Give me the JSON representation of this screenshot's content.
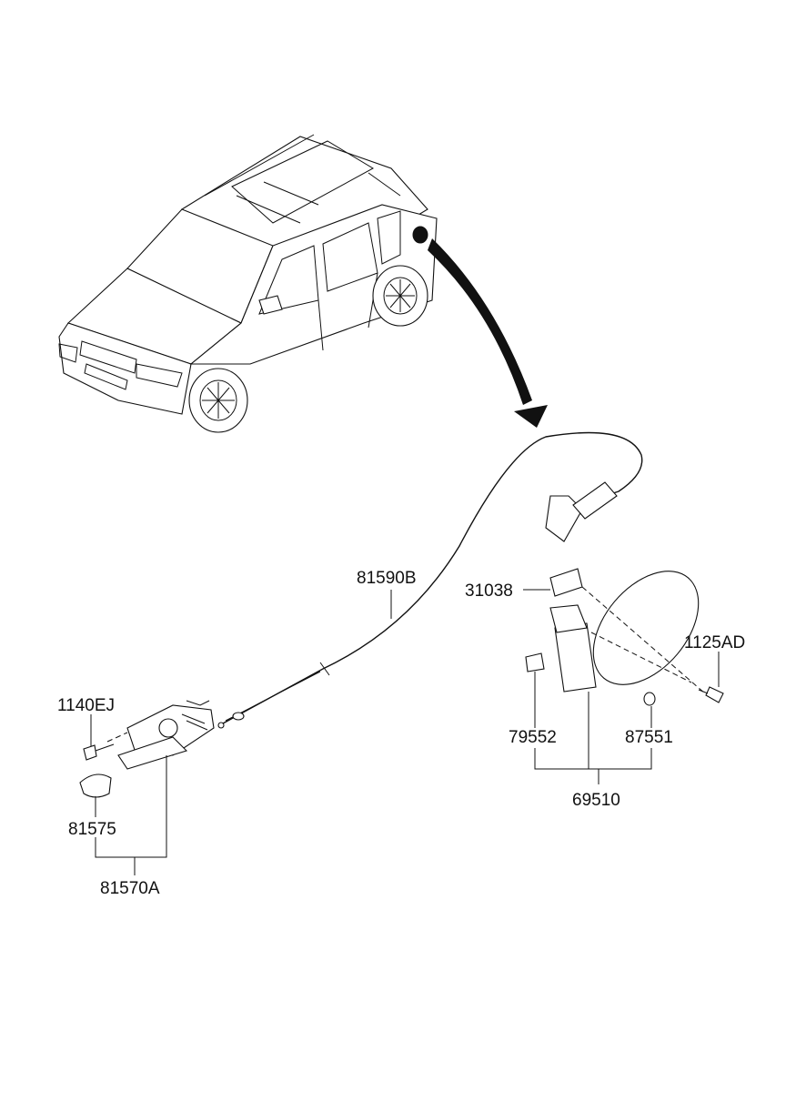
{
  "labels": {
    "cable": "81590B",
    "label_part": "31038",
    "screw_right": "1125AD",
    "bolt_left": "1140EJ",
    "cap_small": "79552",
    "bumper": "87551",
    "housing_assy": "69510",
    "handle_cover": "81575",
    "opener_assy": "81570A"
  },
  "colors": {
    "line": "#111111",
    "background": "#ffffff"
  }
}
